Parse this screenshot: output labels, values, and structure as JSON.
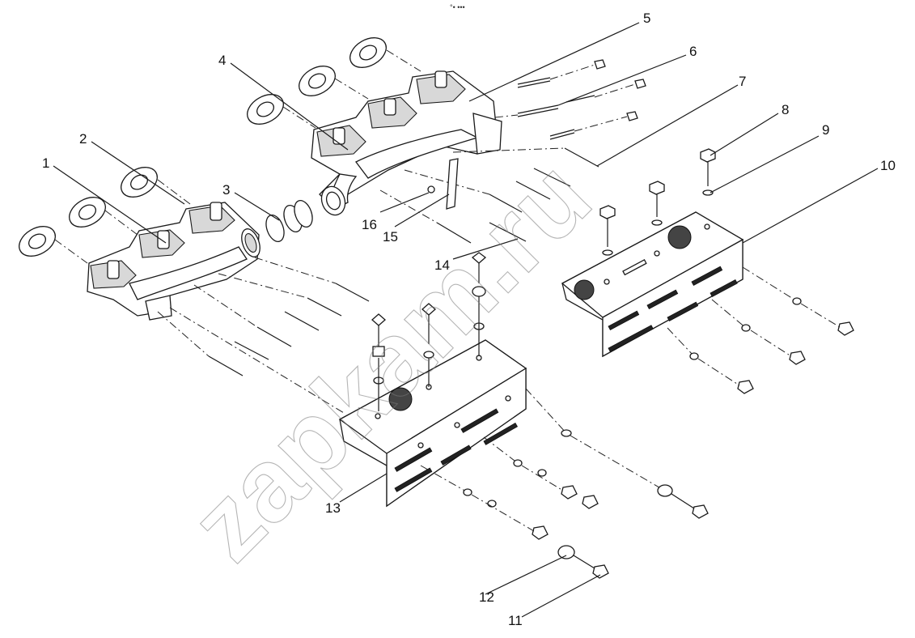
{
  "header_mark": "°• •••",
  "watermark": "zapkam.ru",
  "callouts": [
    {
      "num": "1"
    },
    {
      "num": "2"
    },
    {
      "num": "3"
    },
    {
      "num": "4"
    },
    {
      "num": "5"
    },
    {
      "num": "6"
    },
    {
      "num": "7"
    },
    {
      "num": "8"
    },
    {
      "num": "9"
    },
    {
      "num": "10"
    },
    {
      "num": "11"
    },
    {
      "num": "12"
    },
    {
      "num": "13"
    },
    {
      "num": "14"
    },
    {
      "num": "15"
    },
    {
      "num": "16"
    }
  ]
}
